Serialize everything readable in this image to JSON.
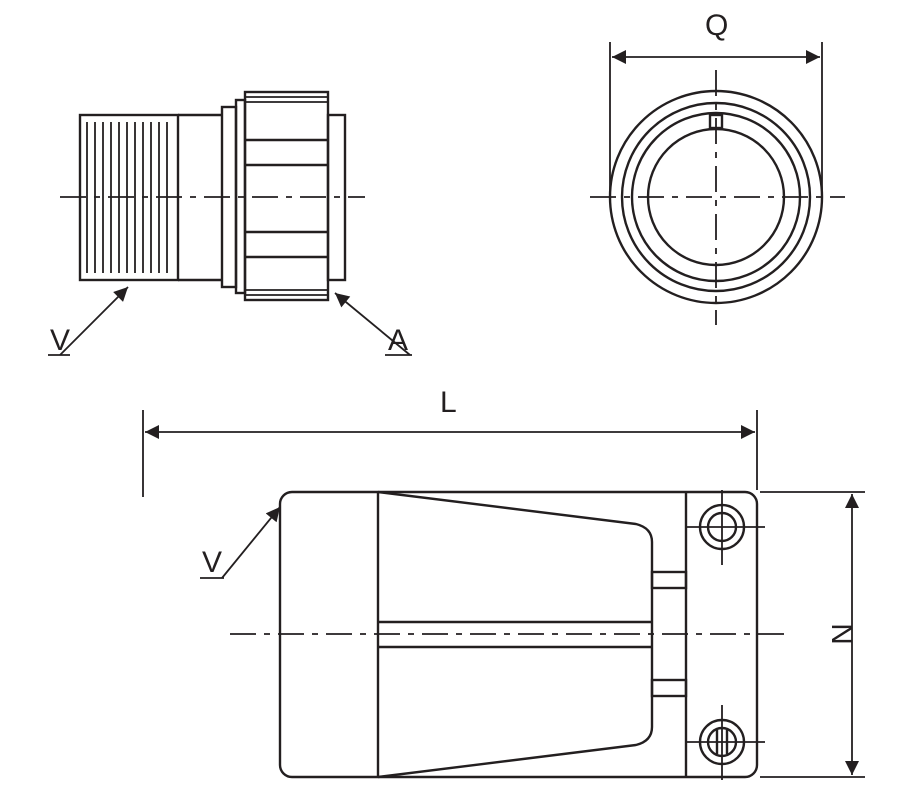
{
  "labels": {
    "q": "Q",
    "v_side": "V",
    "a": "A",
    "l": "L",
    "v_bottom": "V",
    "n": "N"
  },
  "colors": {
    "line": "#231f20",
    "background": "#ffffff"
  }
}
